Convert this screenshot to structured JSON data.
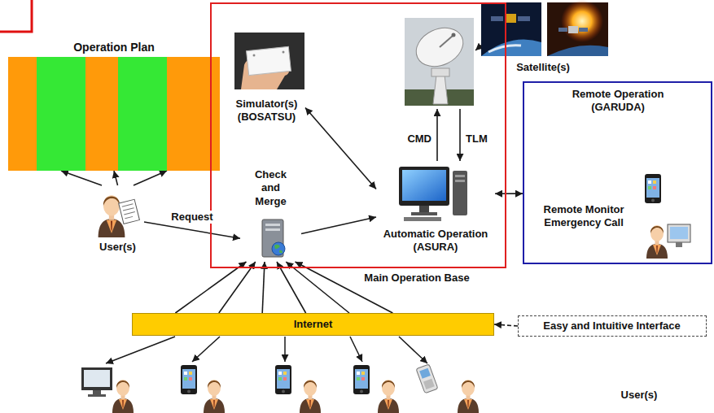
{
  "diagram": {
    "nodes": [
      {
        "text": [
          "Operation Plan"
        ]
      },
      {
        "text": [
          "User(s)"
        ]
      },
      {
        "text": [
          "Main Operation Base"
        ]
      },
      {
        "text": [
          "Simulator(s) (BOSATSU)"
        ],
        "in": 2
      },
      {
        "text": [
          "Check and Merge"
        ],
        "in": 2
      },
      {
        "text": [
          "Automatic Operation (ASURA)"
        ],
        "in": 2
      },
      {
        "text": [
          "Remote Operation (GARUDA)",
          "Remote Monitor Emergency Call"
        ]
      },
      {
        "text": [
          "Internet"
        ]
      },
      {
        "text": [
          "Easy and Intuitive Interface"
        ]
      }
    ],
    "edges": [
      {
        "from": 1,
        "to": 0,
        "arrow": "to"
      },
      {
        "from": 1,
        "to": 0,
        "arrow": "to"
      },
      {
        "from": 1,
        "to": 0,
        "arrow": "to"
      },
      {
        "from": 1,
        "to": 4,
        "label": "Request",
        "arrow": "to"
      },
      {
        "from": 3,
        "to": 5,
        "arrow": "both"
      },
      {
        "from": 4,
        "to": 5,
        "arrow": "to"
      },
      {
        "from": 5,
        "to": 6,
        "arrow": "both"
      },
      {
        "from": 7,
        "to": 4,
        "arrow": "to"
      },
      {
        "from": 7,
        "to": 4,
        "arrow": "to"
      },
      {
        "from": 7,
        "to": 4,
        "arrow": "to"
      },
      {
        "from": 7,
        "to": 4,
        "arrow": "to"
      },
      {
        "from": 7,
        "to": 4,
        "arrow": "to"
      },
      {
        "from": 7,
        "to": 4,
        "arrow": "to"
      },
      {
        "from": 8,
        "to": 7,
        "arrow": "to"
      }
    ],
    "labels": [
      "Satellite(s)",
      "CMD",
      "TLM",
      "User(s)"
    ]
  }
}
